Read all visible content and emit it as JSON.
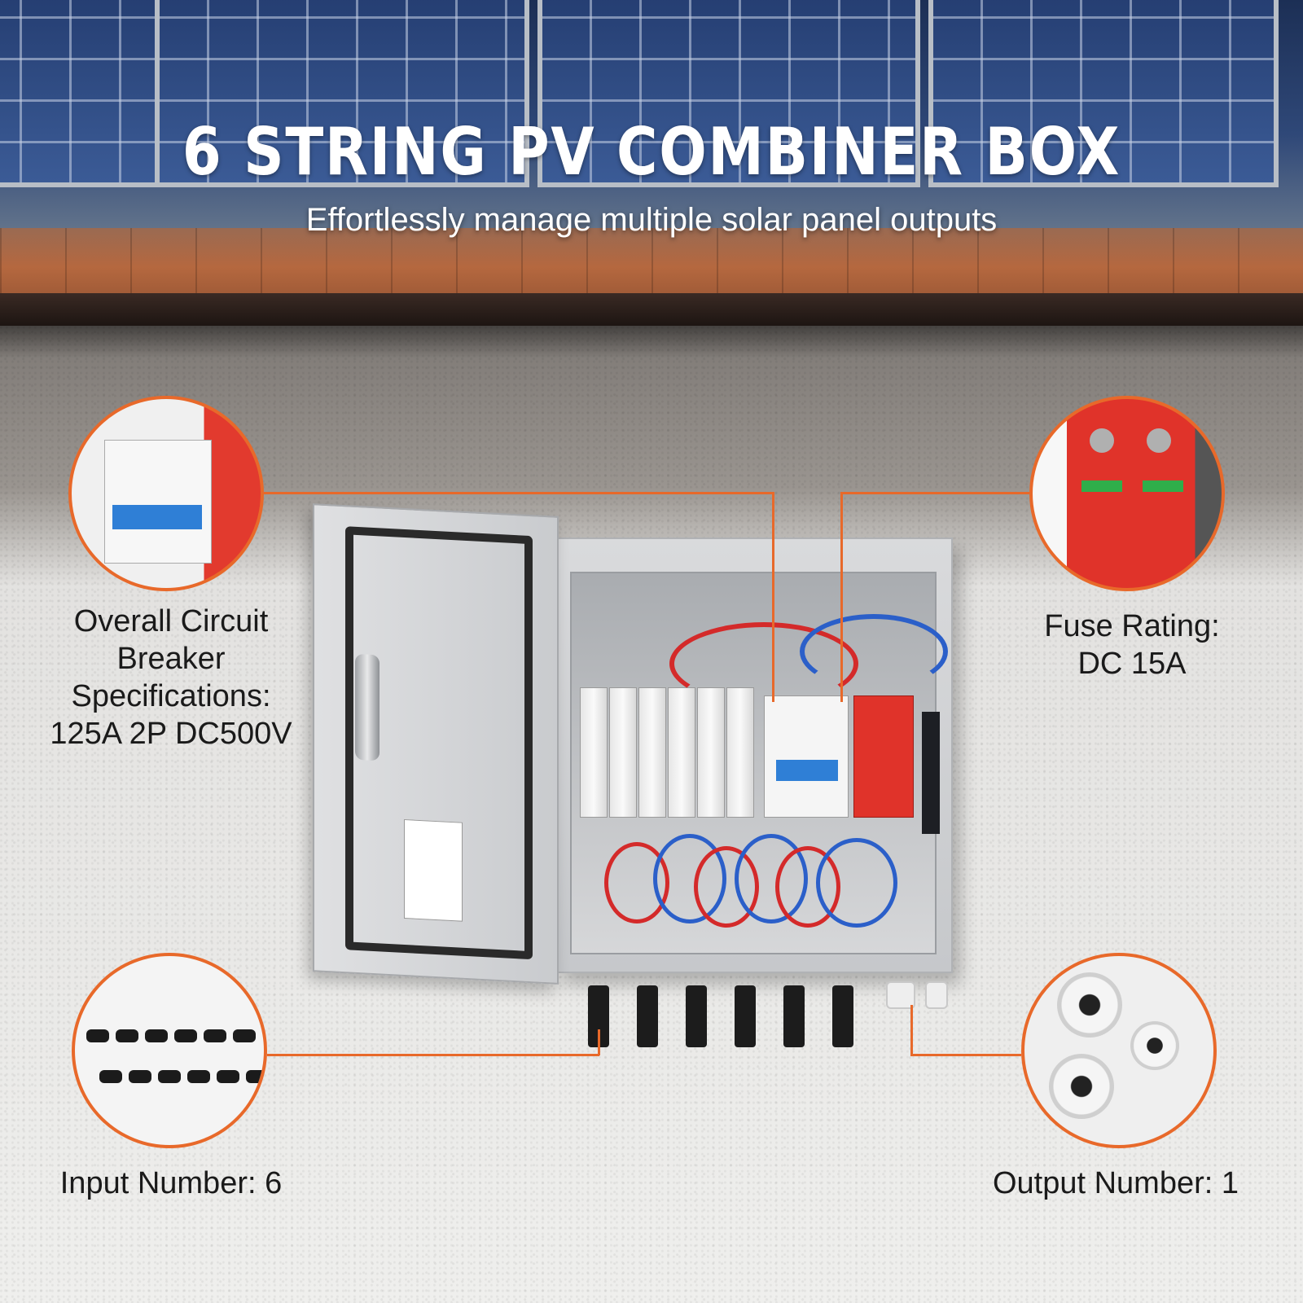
{
  "header": {
    "title": "6 STRING PV COMBINER BOX",
    "subtitle": "Effortlessly manage multiple solar panel outputs"
  },
  "callouts": {
    "breaker": {
      "line1": "Overall Circuit",
      "line2": "Breaker",
      "line3": "Specifications:",
      "line4": "125A 2P DC500V"
    },
    "fuse": {
      "line1": "Fuse Rating:",
      "line2": "DC 15A"
    },
    "inputs": {
      "text": "Input Number: 6"
    },
    "outputs": {
      "text": "Output Number: 1"
    }
  },
  "colors": {
    "accent": "#e8692a",
    "breaker_blue": "#2f7fd6",
    "spd_red": "#e0332a"
  }
}
